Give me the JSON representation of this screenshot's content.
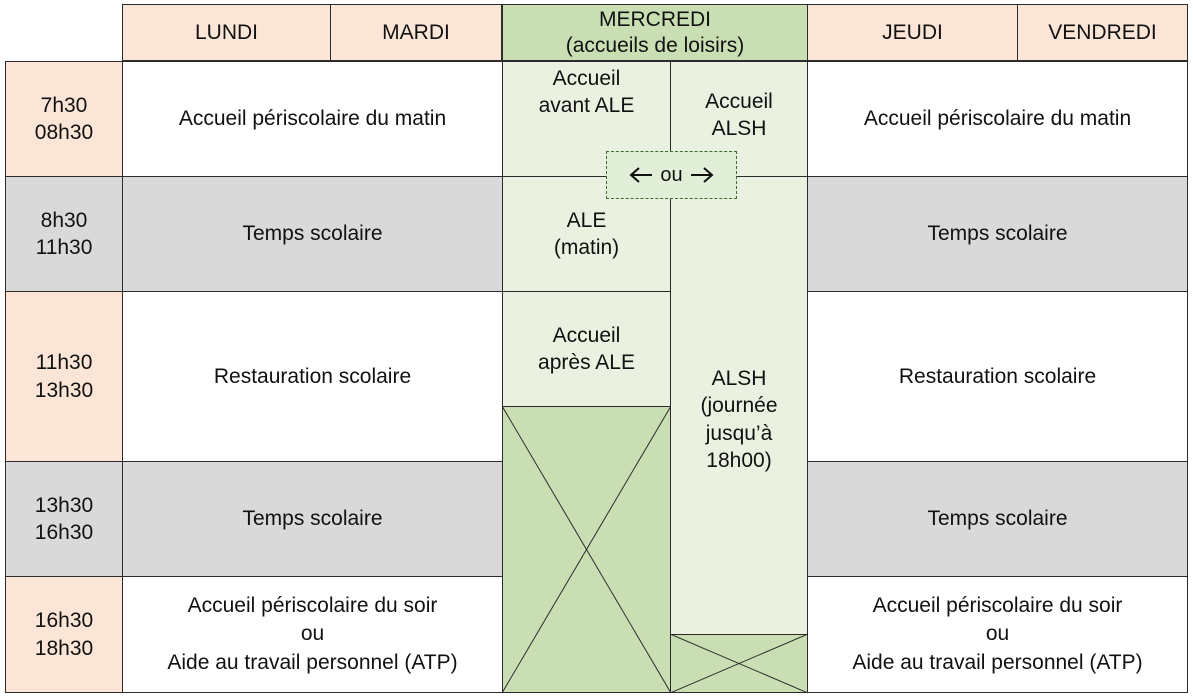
{
  "header": {
    "lundi": "LUNDI",
    "mardi": "MARDI",
    "mercredi": "MERCREDI\n(accueils de loisirs)",
    "jeudi": "JEUDI",
    "vendredi": "VENDREDI"
  },
  "times": [
    "7h30\n08h30",
    "8h30\n11h30",
    "11h30\n13h30",
    "13h30\n16h30",
    "16h30\n18h30"
  ],
  "weekday_rows": [
    "Accueil périscolaire du matin",
    "Temps scolaire",
    "Restauration scolaire",
    "Temps scolaire",
    "Accueil périscolaire du soir\nou\nAide au travail personnel (ATP)"
  ],
  "mercredi": {
    "accueil_avant_ale": "Accueil\navant ALE",
    "accueil_alsh": "Accueil\nALSH",
    "ou_label": "ou",
    "ale_matin": "ALE\n(matin)",
    "accueil_apres_ale": "Accueil\naprès ALE",
    "alsh_journee": "ALSH\n(journée\njusqu’à\n18h00)"
  },
  "colors": {
    "peach": "#fbe5d6",
    "gray": "#d9d9d9",
    "green": "#c9dfb3",
    "light_green": "#ebf1e0"
  }
}
